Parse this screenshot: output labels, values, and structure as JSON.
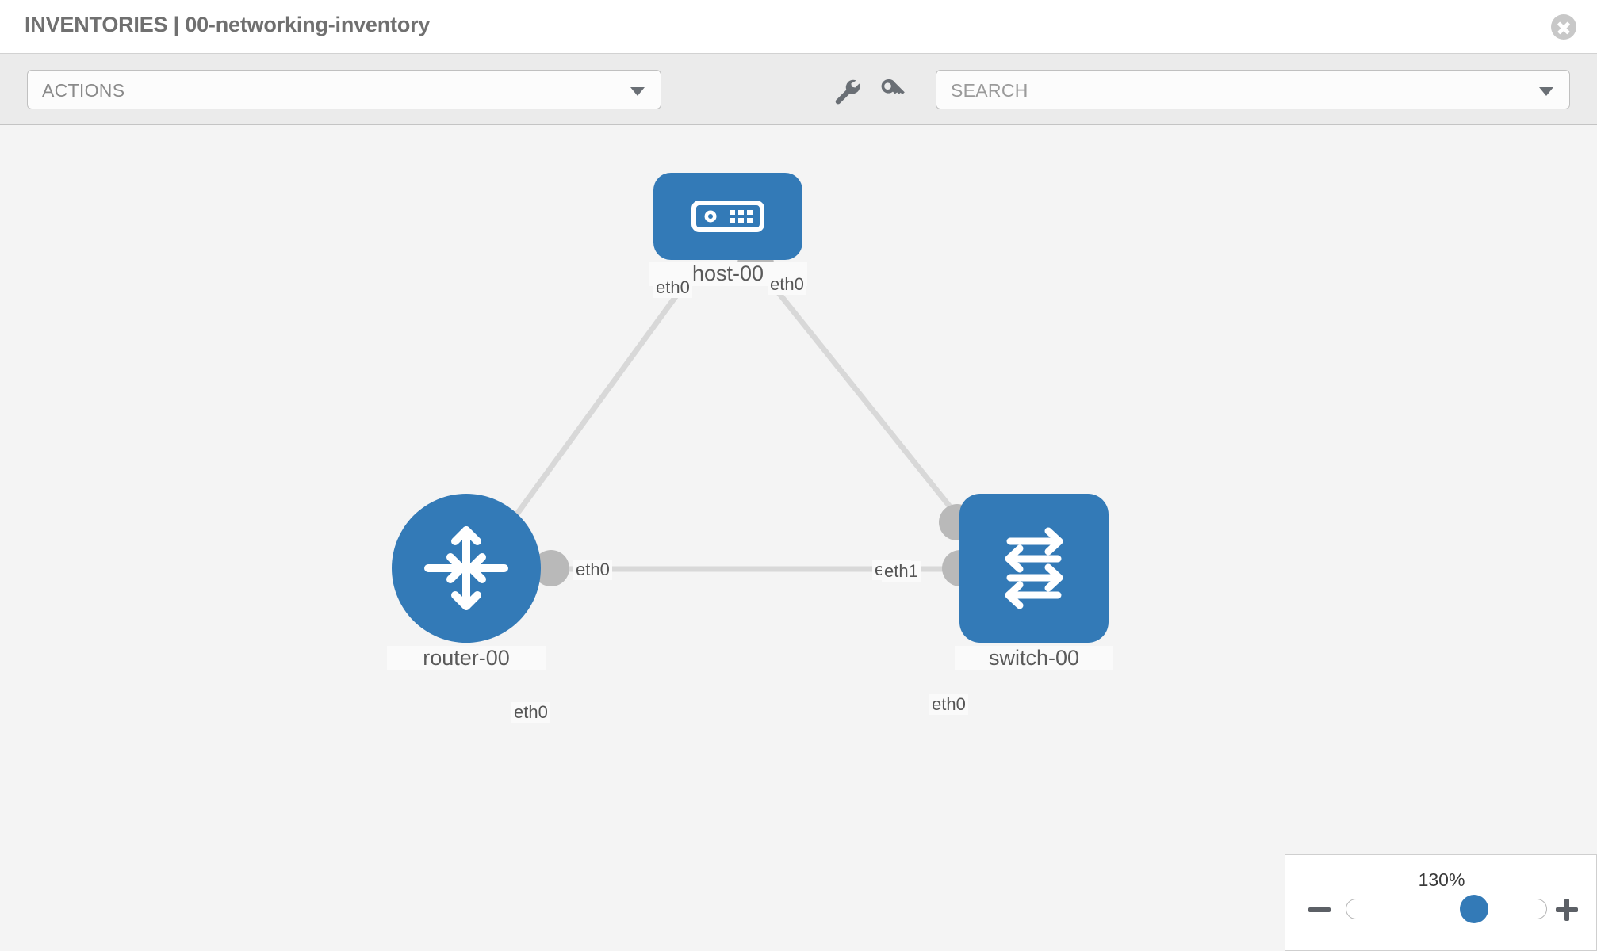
{
  "header": {
    "title": "INVENTORIES | 00-networking-inventory",
    "close_icon": "close-circle-icon"
  },
  "toolbar": {
    "actions_label": "ACTIONS",
    "actions_caret_icon": "chevron-down-icon",
    "wrench_icon": "wrench-icon",
    "key_icon": "key-icon",
    "search_placeholder": "SEARCH",
    "search_value": "",
    "search_caret_icon": "chevron-down-icon"
  },
  "topology": {
    "nodes": [
      {
        "id": "host-00",
        "label": "host-00",
        "type": "host",
        "icon": "server-icon",
        "color": "#337ab7"
      },
      {
        "id": "router-00",
        "label": "router-00",
        "type": "router",
        "icon": "router-arrows-icon",
        "color": "#337ab7"
      },
      {
        "id": "switch-00",
        "label": "switch-00",
        "type": "switch",
        "icon": "switch-arrows-icon",
        "color": "#337ab7"
      }
    ],
    "links": [
      {
        "from": "host-00",
        "from_port": "eth0",
        "to": "router-00",
        "to_port": "eth0"
      },
      {
        "from": "host-00",
        "from_port": "eth0",
        "to": "switch-00",
        "to_port": "eth0"
      },
      {
        "from": "router-00",
        "from_port": "eth0",
        "to": "switch-00",
        "to_port": "eth1"
      }
    ],
    "edge_labels": {
      "host_left": "eth0",
      "host_right": "eth0",
      "router_upper": "eth0",
      "switch_upper": "eth0",
      "router_right": "eth0",
      "switch_left_hidden": "eth0",
      "switch_left": "eth1"
    },
    "link_color": "#d8d8d8",
    "port_color": "#b9b9b9"
  },
  "zoom_control": {
    "value_label": "130%",
    "minus_icon": "minus-icon",
    "plus_icon": "plus-icon",
    "slider_percent": 66
  }
}
